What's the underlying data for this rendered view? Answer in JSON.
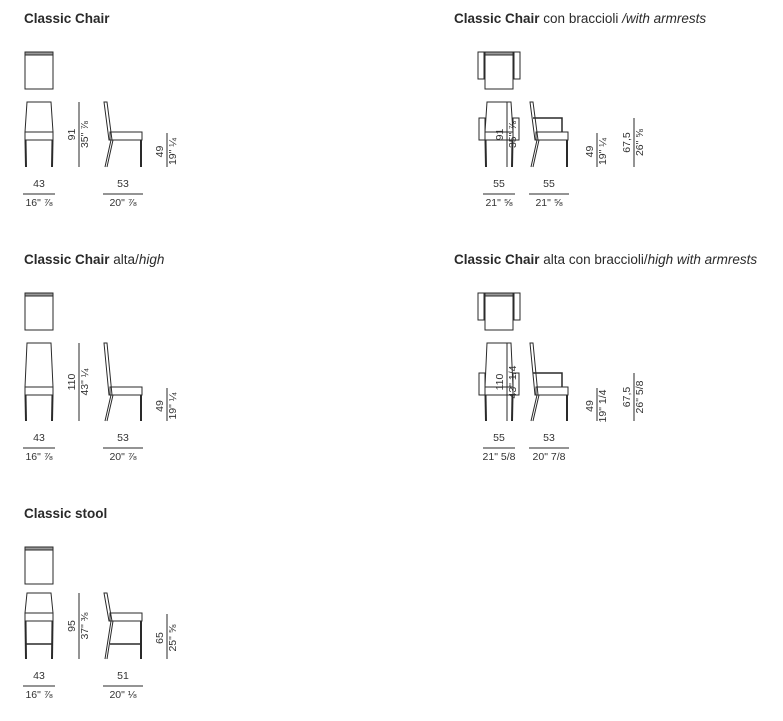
{
  "sections": [
    {
      "id": "classic-chair",
      "title": {
        "bold": "Classic Chair",
        "normal": "",
        "italic": ""
      },
      "type": "standard",
      "height": "91",
      "height_in": "35\" ⅞",
      "seat": "49",
      "seat_in": "19\" ¼",
      "width": "43",
      "width_in": "16\" ⅞",
      "depth": "53",
      "depth_in": "20\" ⅞"
    },
    {
      "id": "classic-chair-armrests",
      "title": {
        "bold": "Classic Chair",
        "normal": " con braccioli ",
        "italic": "/with armrests"
      },
      "type": "arm",
      "height": "91",
      "height_in": "35\" ⅞",
      "seat": "49",
      "seat_in": "19\" ¼",
      "arm": "67,5",
      "arm_in": "26\" ⅝",
      "width": "55",
      "width_in": "21\" ⅝",
      "depth": "55",
      "depth_in": "21\" ⅝"
    },
    {
      "id": "classic-chair-high",
      "title": {
        "bold": "Classic Chair",
        "normal": " alta/",
        "italic": "high"
      },
      "type": "high",
      "height": "110",
      "height_in": "43\" ¼",
      "seat": "49",
      "seat_in": "19\" ¼",
      "width": "43",
      "width_in": "16\" ⅞",
      "depth": "53",
      "depth_in": "20\" ⅞"
    },
    {
      "id": "classic-chair-high-armrests",
      "title": {
        "bold": "Classic Chair",
        "normal": " alta con braccioli/",
        "italic": "high with armrests"
      },
      "type": "higharm",
      "height": "110",
      "height_in": "43\" 1/4",
      "seat": "49",
      "seat_in": "19\" 1/4",
      "arm": "67,5",
      "arm_in": "26\" 5/8",
      "width": "55",
      "width_in": "21\" 5/8",
      "depth": "53",
      "depth_in": "20\" 7/8"
    },
    {
      "id": "classic-stool",
      "title": {
        "bold": "Classic stool",
        "normal": "",
        "italic": ""
      },
      "type": "stool",
      "height": "95",
      "height_in": "37\" ⅜",
      "seat": "65",
      "seat_in": "25\" ⅝",
      "width": "43",
      "width_in": "16\" ⅞",
      "depth": "51",
      "depth_in": "20\" ⅛"
    }
  ],
  "colors": {
    "line": "#2a2a2a",
    "text": "#333333"
  }
}
